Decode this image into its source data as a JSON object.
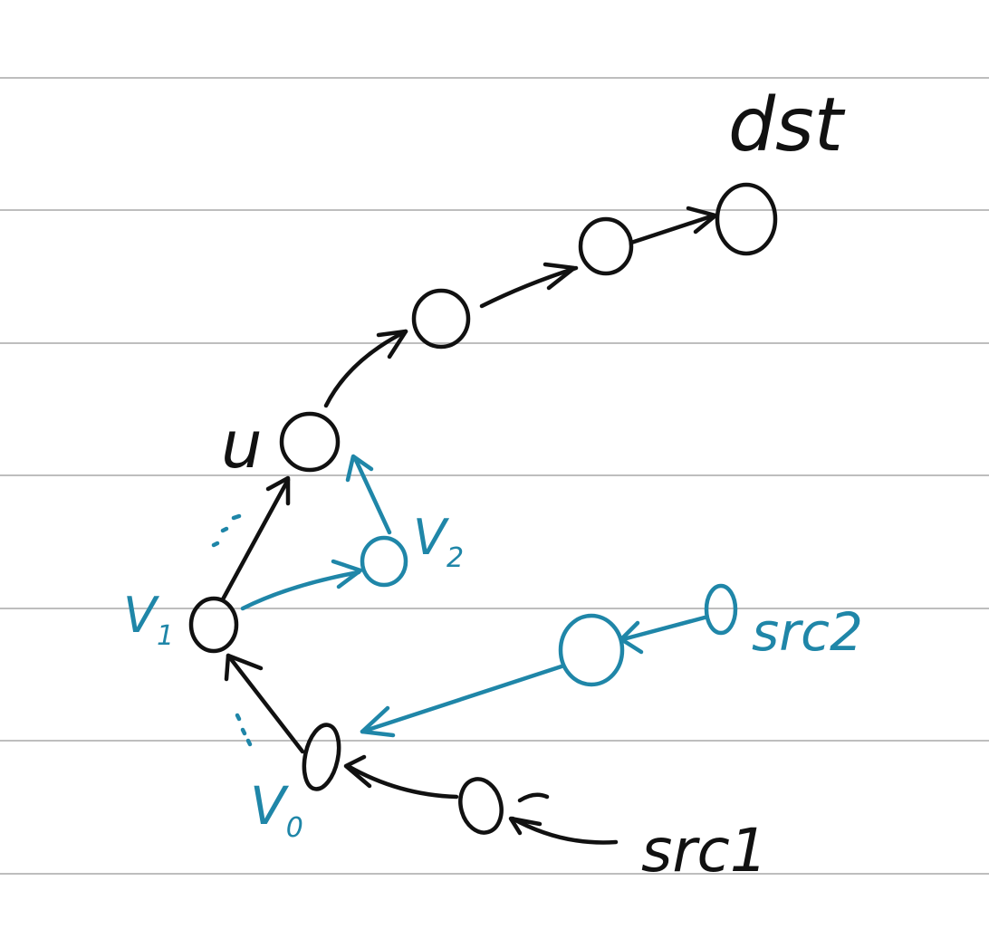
{
  "colors": {
    "ink_black": "#111111",
    "ink_blue": "#1f86a8",
    "ruled_line": "#a9a9a9",
    "paper": "#ffffff"
  },
  "labels": {
    "dst": "dst",
    "u": "u",
    "v1": "V",
    "v1_sub": "1",
    "v2": "V",
    "v2_sub": "2",
    "v0": "V",
    "v0_sub": "0",
    "src1": "src1",
    "src2": "src2"
  },
  "nodes": [
    {
      "id": "dst",
      "color": "black"
    },
    {
      "id": "path-c",
      "color": "black"
    },
    {
      "id": "path-b",
      "color": "black"
    },
    {
      "id": "u",
      "color": "black"
    },
    {
      "id": "v1",
      "color": "black"
    },
    {
      "id": "v2",
      "color": "blue"
    },
    {
      "id": "v0",
      "color": "black"
    },
    {
      "id": "src1",
      "color": "black"
    },
    {
      "id": "mid-src2",
      "color": "blue"
    },
    {
      "id": "src2",
      "color": "blue"
    }
  ],
  "edges": [
    {
      "from": "path-c",
      "to": "dst",
      "color": "black"
    },
    {
      "from": "path-b",
      "to": "path-c",
      "color": "black"
    },
    {
      "from": "u",
      "to": "path-b",
      "color": "black"
    },
    {
      "from": "v1",
      "to": "u",
      "color": "black"
    },
    {
      "from": "v1",
      "to": "v2",
      "color": "blue"
    },
    {
      "from": "v2",
      "to": "u",
      "color": "blue"
    },
    {
      "from": "v0",
      "to": "v1",
      "color": "black"
    },
    {
      "from": "src1",
      "to": "v0",
      "color": "black"
    },
    {
      "from": "mid-src2",
      "to": "v0",
      "color": "blue"
    },
    {
      "from": "src2",
      "to": "mid-src2",
      "color": "blue"
    }
  ]
}
